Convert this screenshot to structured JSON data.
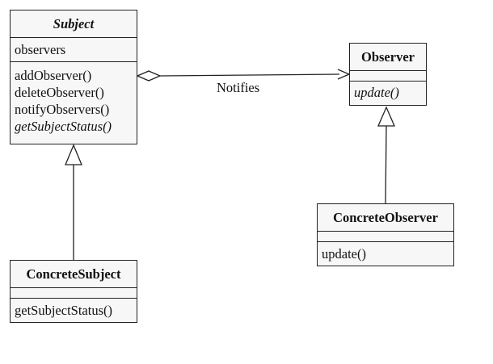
{
  "diagram": {
    "classes": {
      "subject": {
        "name": "Subject",
        "attributes": [
          "observers"
        ],
        "operations": [
          {
            "label": "addObserver()",
            "abstract": false
          },
          {
            "label": "deleteObserver()",
            "abstract": false
          },
          {
            "label": "notifyObservers()",
            "abstract": false
          },
          {
            "label": "getSubjectStatus()",
            "abstract": true
          }
        ]
      },
      "observer": {
        "name": "Observer",
        "operations": [
          {
            "label": "update()",
            "abstract": true
          }
        ]
      },
      "concrete_subject": {
        "name": "ConcreteSubject",
        "operations": [
          {
            "label": "getSubjectStatus()",
            "abstract": false
          }
        ]
      },
      "concrete_observer": {
        "name": "ConcreteObserver",
        "operations": [
          {
            "label": "update()",
            "abstract": false
          }
        ]
      }
    },
    "relations": {
      "notifies_label": "Notifies"
    }
  }
}
